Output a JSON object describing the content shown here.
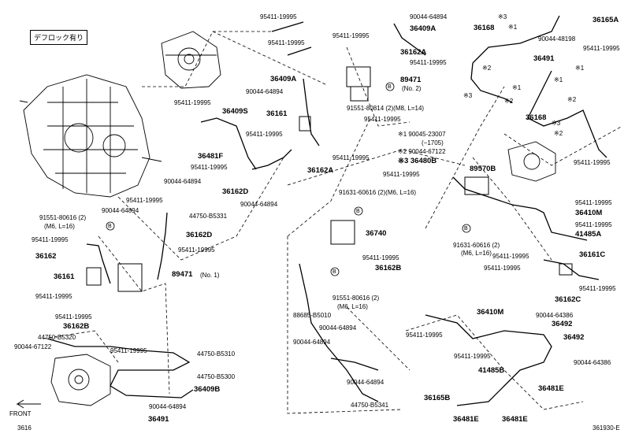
{
  "header": {
    "option_box": "デフロック有り"
  },
  "footer": {
    "front_label": "FRONT",
    "sheet_number": "3616",
    "figure_code": "361930-E"
  },
  "labels": [
    {
      "id": "l1",
      "text": "95411-19995",
      "bold": false
    },
    {
      "id": "l2",
      "text": "95411-19995",
      "bold": false
    },
    {
      "id": "l3",
      "text": "90044-64894",
      "bold": false
    },
    {
      "id": "l4",
      "text": "36409A",
      "bold": true
    },
    {
      "id": "l5",
      "text": "95411-19995",
      "bold": false
    },
    {
      "id": "l6",
      "text": "36162A",
      "bold": true
    },
    {
      "id": "l7",
      "text": "95411-19995",
      "bold": false
    },
    {
      "id": "l8",
      "text": "36409A",
      "bold": true
    },
    {
      "id": "l9",
      "text": "90044-64894",
      "bold": false
    },
    {
      "id": "l10",
      "text": "89471",
      "bold": true
    },
    {
      "id": "l11",
      "text": "(No. 2)",
      "bold": false
    },
    {
      "id": "l12",
      "text": "91551-80814 (2)(M8, L=14)",
      "bold": false
    },
    {
      "id": "l13",
      "text": "36161",
      "bold": true
    },
    {
      "id": "l14",
      "text": "95411-19995",
      "bold": false
    },
    {
      "id": "l15",
      "text": "95411-19995",
      "bold": false
    },
    {
      "id": "l16",
      "text": "95411-19995",
      "bold": false
    },
    {
      "id": "l17",
      "text": "36162A",
      "bold": true
    },
    {
      "id": "l18",
      "text": "95411-19995",
      "bold": false
    },
    {
      "id": "l19",
      "text": "36409S",
      "bold": true
    },
    {
      "id": "l20",
      "text": "36481F",
      "bold": true
    },
    {
      "id": "l21",
      "text": "95411-19995",
      "bold": false
    },
    {
      "id": "l22",
      "text": "90044-64894",
      "bold": false
    },
    {
      "id": "l23",
      "text": "36162D",
      "bold": true
    },
    {
      "id": "l24",
      "text": "90044-64894",
      "bold": false
    },
    {
      "id": "l25",
      "text": "95411-19995",
      "bold": false
    },
    {
      "id": "l26",
      "text": "90044-64894",
      "bold": false
    },
    {
      "id": "l27",
      "text": "44750-B5331",
      "bold": false
    },
    {
      "id": "l28",
      "text": "91551-80616 (2)",
      "bold": false
    },
    {
      "id": "l29",
      "text": "(M6, L=16)",
      "bold": false
    },
    {
      "id": "l30",
      "text": "36162D",
      "bold": true
    },
    {
      "id": "l31",
      "text": "95411-19995",
      "bold": false
    },
    {
      "id": "l32",
      "text": "95411-19995",
      "bold": false
    },
    {
      "id": "l33",
      "text": "36162",
      "bold": true
    },
    {
      "id": "l34",
      "text": "36161",
      "bold": true
    },
    {
      "id": "l35",
      "text": "89471",
      "bold": true
    },
    {
      "id": "l36",
      "text": "(No. 1)",
      "bold": false
    },
    {
      "id": "l37",
      "text": "95411-19995",
      "bold": false
    },
    {
      "id": "l38",
      "text": "95411-19995",
      "bold": false
    },
    {
      "id": "l39",
      "text": "36162B",
      "bold": true
    },
    {
      "id": "l40",
      "text": "44750-B5320",
      "bold": false
    },
    {
      "id": "l41",
      "text": "90044-67122",
      "bold": false
    },
    {
      "id": "l42",
      "text": "95411-19995",
      "bold": false
    },
    {
      "id": "l43",
      "text": "44750-B5310",
      "bold": false
    },
    {
      "id": "l44",
      "text": "44750-B5300",
      "bold": false
    },
    {
      "id": "l45",
      "text": "36409B",
      "bold": true
    },
    {
      "id": "l46",
      "text": "90044-64894",
      "bold": false
    },
    {
      "id": "l47",
      "text": "36491",
      "bold": true
    },
    {
      "id": "l48",
      "text": "※1 90045-23007",
      "bold": false
    },
    {
      "id": "l49",
      "text": "(−1705)",
      "bold": false
    },
    {
      "id": "l50",
      "text": "※2 90044-67122",
      "bold": false
    },
    {
      "id": "l51",
      "text": "※3 36480B",
      "bold": true
    },
    {
      "id": "l52",
      "text": "95411-19995",
      "bold": false
    },
    {
      "id": "l53",
      "text": "91631-60616 (2)(M6, L=16)",
      "bold": false
    },
    {
      "id": "l54",
      "text": "36740",
      "bold": true
    },
    {
      "id": "l55",
      "text": "95411-19995",
      "bold": false
    },
    {
      "id": "l56",
      "text": "36162B",
      "bold": true
    },
    {
      "id": "l57",
      "text": "91551-80616 (2)",
      "bold": false
    },
    {
      "id": "l58",
      "text": "(M6, L=16)",
      "bold": false
    },
    {
      "id": "l59",
      "text": "88685-B5010",
      "bold": false
    },
    {
      "id": "l60",
      "text": "90044-64894",
      "bold": false
    },
    {
      "id": "l61",
      "text": "90044-64894",
      "bold": false
    },
    {
      "id": "l62",
      "text": "90044-64894",
      "bold": false
    },
    {
      "id": "l63",
      "text": "44750-B5341",
      "bold": false
    },
    {
      "id": "l64",
      "text": "89570B",
      "bold": true
    },
    {
      "id": "l65",
      "text": "95411-19995",
      "bold": false
    },
    {
      "id": "l66",
      "text": "36410M",
      "bold": true
    },
    {
      "id": "l67",
      "text": "95411-19995",
      "bold": false
    },
    {
      "id": "l68",
      "text": "41485A",
      "bold": true
    },
    {
      "id": "l69",
      "text": "91631-60616 (2)",
      "bold": false
    },
    {
      "id": "l70",
      "text": "(M6, L=16)",
      "bold": false
    },
    {
      "id": "l71",
      "text": "95411-19995",
      "bold": false
    },
    {
      "id": "l72",
      "text": "36161C",
      "bold": true
    },
    {
      "id": "l73",
      "text": "95411-19995",
      "bold": false
    },
    {
      "id": "l74",
      "text": "95411-19995",
      "bold": false
    },
    {
      "id": "l75",
      "text": "36162C",
      "bold": true
    },
    {
      "id": "l76",
      "text": "36410M",
      "bold": true
    },
    {
      "id": "l77",
      "text": "95411-19995",
      "bold": false
    },
    {
      "id": "l78",
      "text": "95411-19995",
      "bold": false
    },
    {
      "id": "l79",
      "text": "90044-64386",
      "bold": false
    },
    {
      "id": "l80",
      "text": "36492",
      "bold": true
    },
    {
      "id": "l81",
      "text": "36492",
      "bold": true
    },
    {
      "id": "l82",
      "text": "90044-64386",
      "bold": false
    },
    {
      "id": "l83",
      "text": "41485B",
      "bold": true
    },
    {
      "id": "l84",
      "text": "36481E",
      "bold": true
    },
    {
      "id": "l85",
      "text": "36165B",
      "bold": true
    },
    {
      "id": "l86",
      "text": "36481E",
      "bold": true
    },
    {
      "id": "l87",
      "text": "36481E",
      "bold": true
    },
    {
      "id": "l88",
      "text": "36165A",
      "bold": true
    },
    {
      "id": "l89",
      "text": "36168",
      "bold": true
    },
    {
      "id": "l90",
      "text": "90044-48198",
      "bold": false
    },
    {
      "id": "l91",
      "text": "36491",
      "bold": true
    },
    {
      "id": "l92",
      "text": "95411-19995",
      "bold": false
    },
    {
      "id": "l93",
      "text": "36168",
      "bold": true
    },
    {
      "id": "l94",
      "text": "95411-19995",
      "bold": false
    }
  ],
  "markers": [
    {
      "id": "m1",
      "text": "B"
    },
    {
      "id": "m2",
      "text": "B"
    },
    {
      "id": "m3",
      "text": "B"
    },
    {
      "id": "m4",
      "text": "B"
    },
    {
      "id": "m5",
      "text": "B"
    }
  ],
  "callouts": [
    {
      "id": "c1",
      "text": "※3"
    },
    {
      "id": "c2",
      "text": "※1"
    },
    {
      "id": "c3",
      "text": "※2"
    },
    {
      "id": "c4",
      "text": "※1"
    },
    {
      "id": "c5",
      "text": "※3"
    },
    {
      "id": "c6",
      "text": "※2"
    },
    {
      "id": "c7",
      "text": "※1"
    },
    {
      "id": "c8",
      "text": "※2"
    },
    {
      "id": "c9",
      "text": "※3"
    },
    {
      "id": "c10",
      "text": "※2"
    },
    {
      "id": "c11",
      "text": "※1"
    }
  ]
}
